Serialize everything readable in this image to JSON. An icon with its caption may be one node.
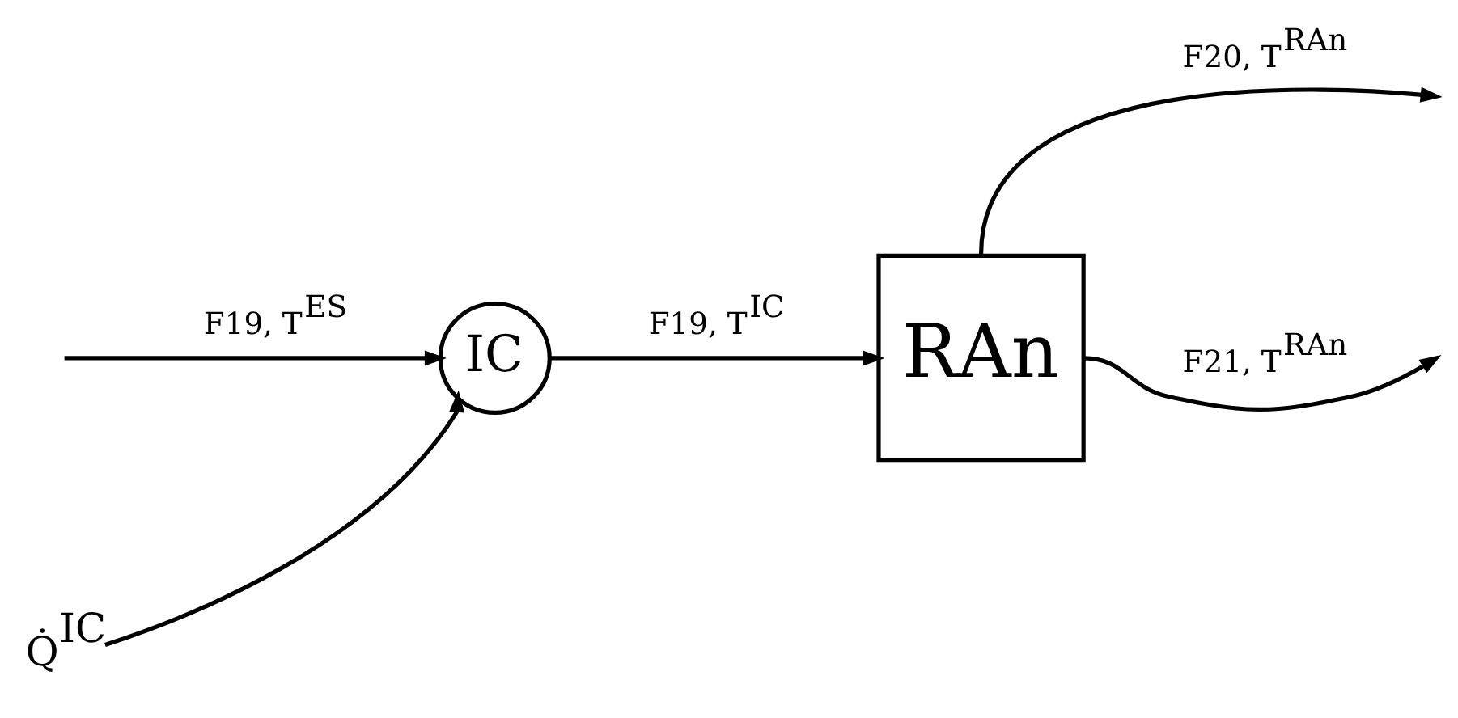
{
  "diagram": {
    "nodes": [
      {
        "text": [
          "IC"
        ]
      },
      {
        "text": [
          "RAn"
        ]
      },
      {
        "text": [
          "Q̇$^{IC}$"
        ]
      }
    ],
    "edges": [
      {
        "from": null,
        "to": 0,
        "arrow": "to",
        "label": "F19, T$^{ES}$"
      },
      {
        "from": 2,
        "to": 0,
        "arrow": "to"
      },
      {
        "from": 0,
        "to": 1,
        "arrow": "to",
        "label": "F19, T$^{IC}$"
      },
      {
        "from": 1,
        "to": null,
        "arrow": "to",
        "label": "F20, T$^{RAn}$"
      },
      {
        "from": 1,
        "to": null,
        "arrow": "to",
        "label": "F21, T$^{RAn}$"
      }
    ]
  }
}
